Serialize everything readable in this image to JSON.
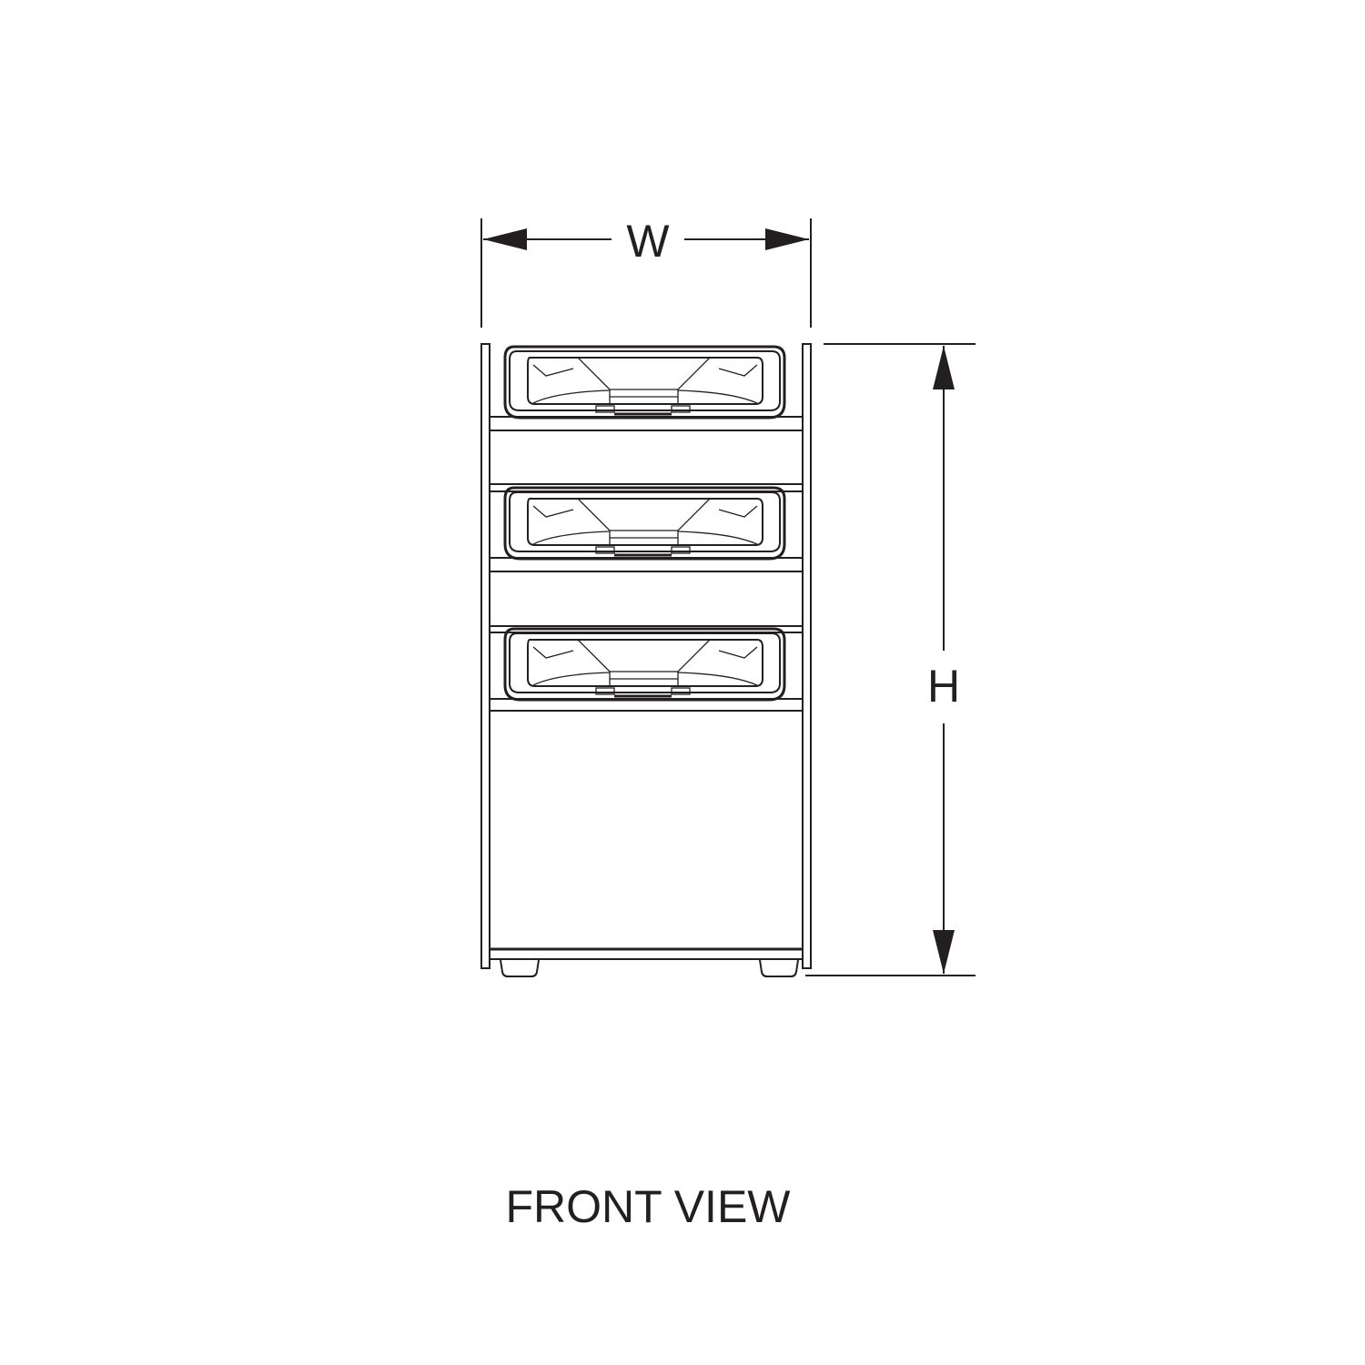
{
  "dimensions": {
    "width_label": "W",
    "height_label": "H"
  },
  "view_title": "FRONT VIEW",
  "colors": {
    "line": "#231f20",
    "background": "#ffffff"
  },
  "trays": [
    {
      "name": "tray-top"
    },
    {
      "name": "tray-middle"
    },
    {
      "name": "tray-bottom"
    }
  ]
}
